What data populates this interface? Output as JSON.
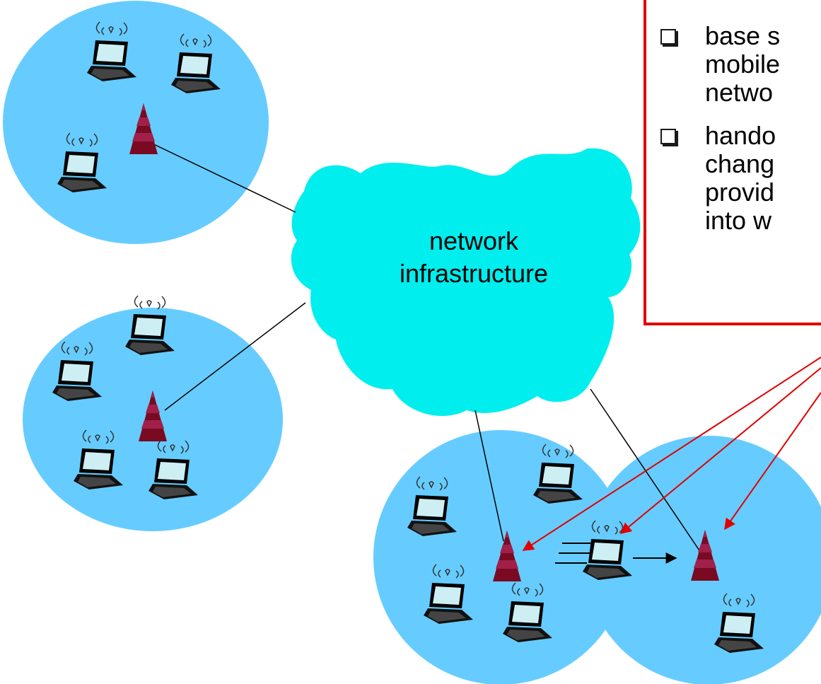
{
  "cloud": {
    "label_lines": [
      "network",
      "infrastructure"
    ]
  },
  "callout": {
    "bullets": [
      {
        "lines": [
          "base s",
          "mobile",
          "netwo"
        ]
      },
      {
        "lines": [
          "hando",
          "chang",
          "provid",
          "into w"
        ]
      }
    ]
  },
  "colors": {
    "cell_fill": "#66ccff",
    "cloud_fill": "#00eeee",
    "tower_fill": "#7a0a22",
    "callout_border": "#e00000",
    "arrow_red": "#e00000",
    "link_line": "#000000"
  }
}
